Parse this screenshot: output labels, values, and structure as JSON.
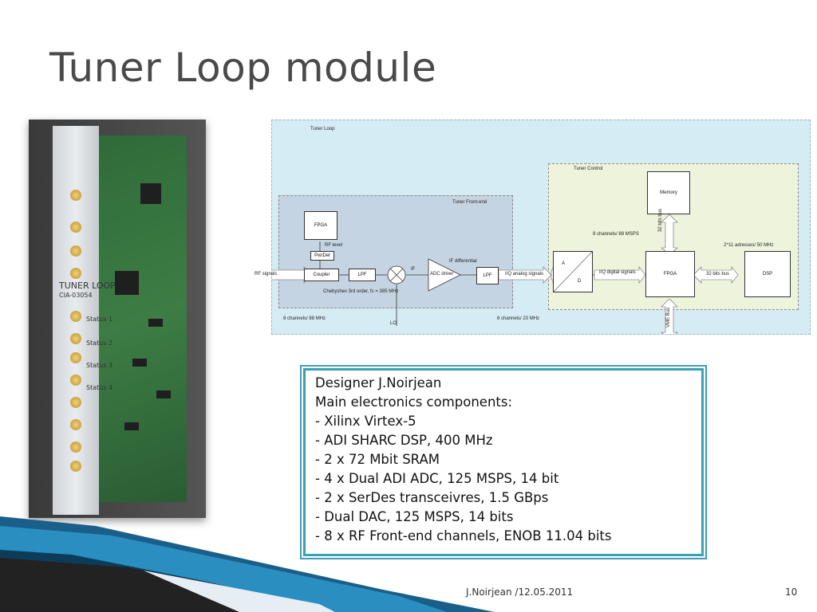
{
  "slide": {
    "title": "Tuner Loop module",
    "footer_author_date": "J.Noirjean /12.05.2011",
    "page_number": "10"
  },
  "photo": {
    "panel_label": "TUNER LOOP",
    "panel_sublabel": "CIA-03054",
    "status_labels": [
      "Status 1",
      "Status 2",
      "Status 3",
      "Status 4"
    ]
  },
  "diagram": {
    "regions": {
      "tuner_loop": "Tuner Loop",
      "tuner_frontend": "Tuner Front-end",
      "tuner_control": "Tuner Control"
    },
    "blocks": {
      "fpga_frontend": "FPGA",
      "pwrdet": "PwrDet",
      "coupler": "Coupler",
      "lpf1": "LPF",
      "adc_driver": "ADC driver",
      "lpf2": "LPF",
      "adc_a": "A",
      "adc_d": "D",
      "fpga_control": "FPGA",
      "memory": "Memory",
      "dsp": "DSP"
    },
    "labels": {
      "rf_signals": "RF signals",
      "rf_level": "RF level",
      "if": "IF",
      "if_differential": "IF differential",
      "filter_note": "Chebyshev 3rd order, fc = 385 MHz",
      "lo": "LO",
      "iq_analog": "I/Q analog signals",
      "iq_digital": "I/Q digital signals",
      "channels_88msps": "8 channels/ 88 MSPS",
      "bus32_vertical": "32 bits bus",
      "addresses": "2^11 adresses/ 50 MHz",
      "bus32": "32 bits bus",
      "channels_88mhz": "8 channels/ 88 MHz",
      "channels_20mhz": "8 channels/ 20 MHz",
      "vme_bus": "VME Bus"
    }
  },
  "details": {
    "designer": "Designer J.Noirjean",
    "heading": "Main electronics components:",
    "components": [
      "-   Xilinx Virtex-5",
      "-   ADI SHARC DSP, 400 MHz",
      "-   2 x 72 Mbit SRAM",
      "-   4 x Dual ADI ADC, 125 MSPS, 14 bit",
      "-   2 x SerDes transceivres, 1.5 GBps",
      "-   Dual DAC, 125 MSPS, 14 bits",
      "-   8 x RF Front-end channels, ENOB 11.04 bits"
    ]
  },
  "colors": {
    "accent": "#3aa0b5",
    "diagram_bg": "#d6ecf4",
    "frontend_bg": "#c5d4e2",
    "control_bg": "#eef3dc"
  }
}
